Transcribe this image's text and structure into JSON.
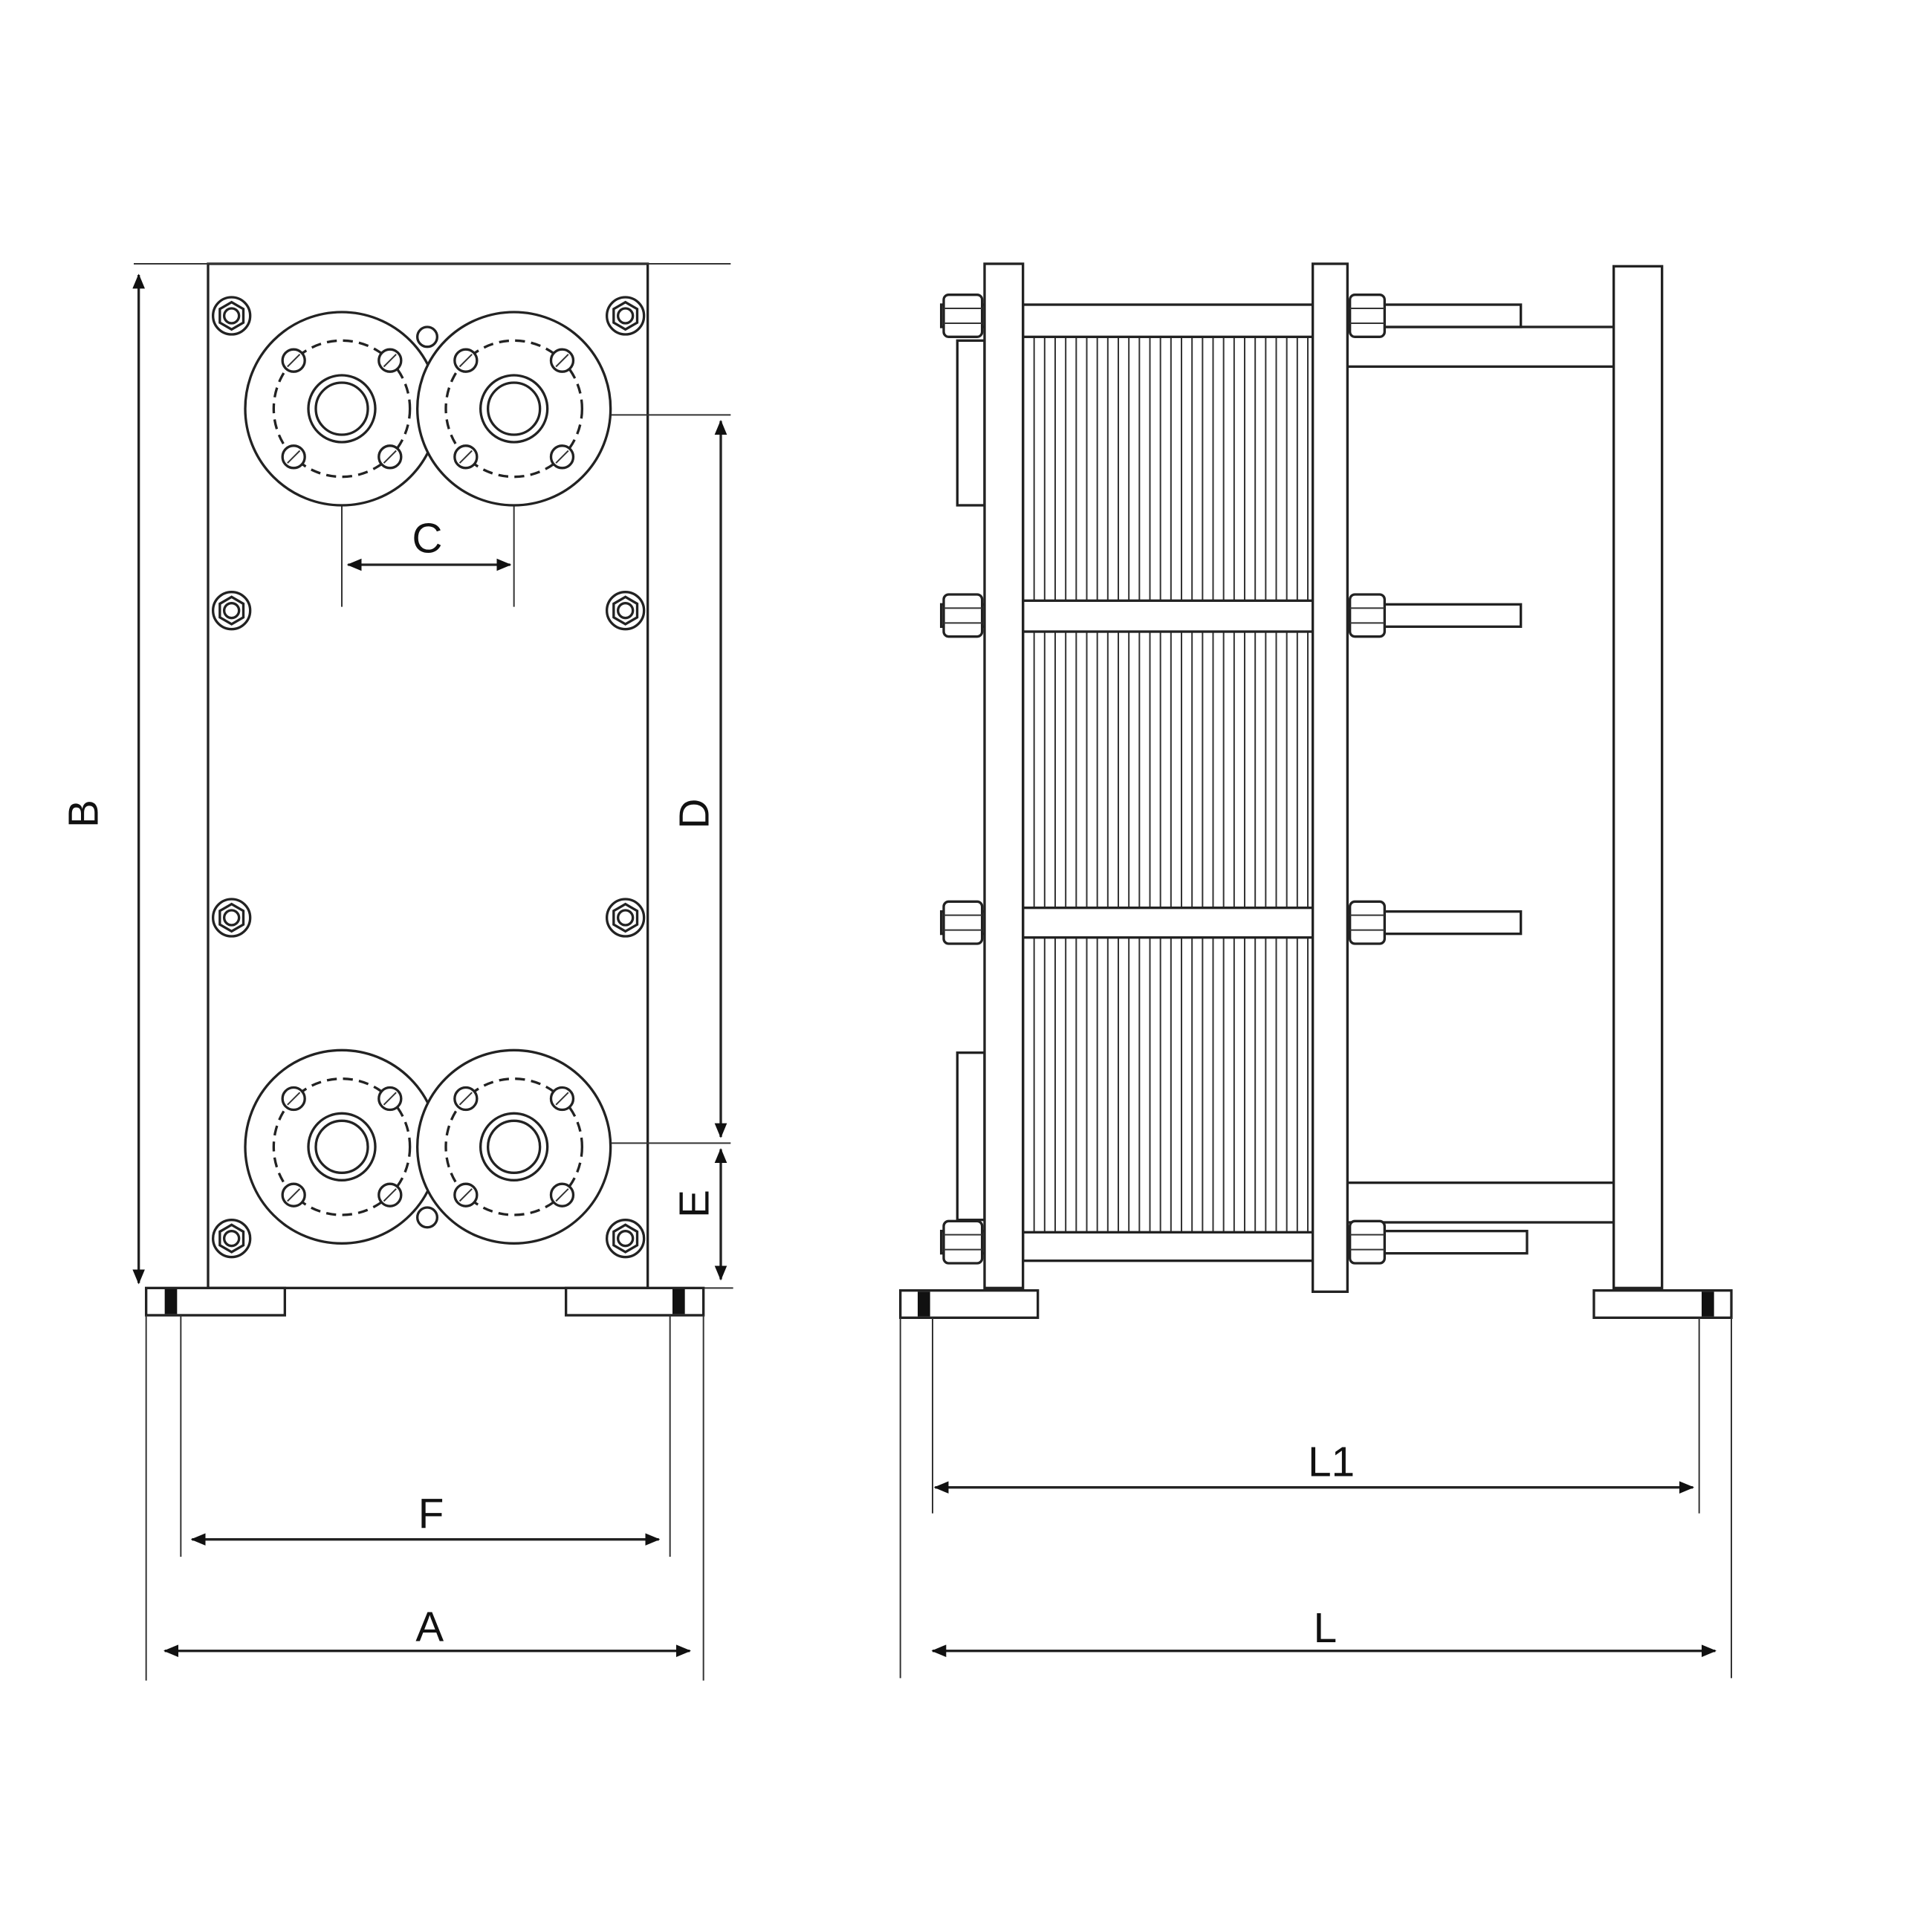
{
  "title": "Plate heat exchanger dimension drawing",
  "colors": {
    "line": "#222222",
    "background": "#ffffff"
  },
  "dimensions": {
    "B": "B",
    "C": "C",
    "D": "D",
    "E": "E",
    "F": "F",
    "A": "A",
    "L1": "L1",
    "L": "L"
  }
}
